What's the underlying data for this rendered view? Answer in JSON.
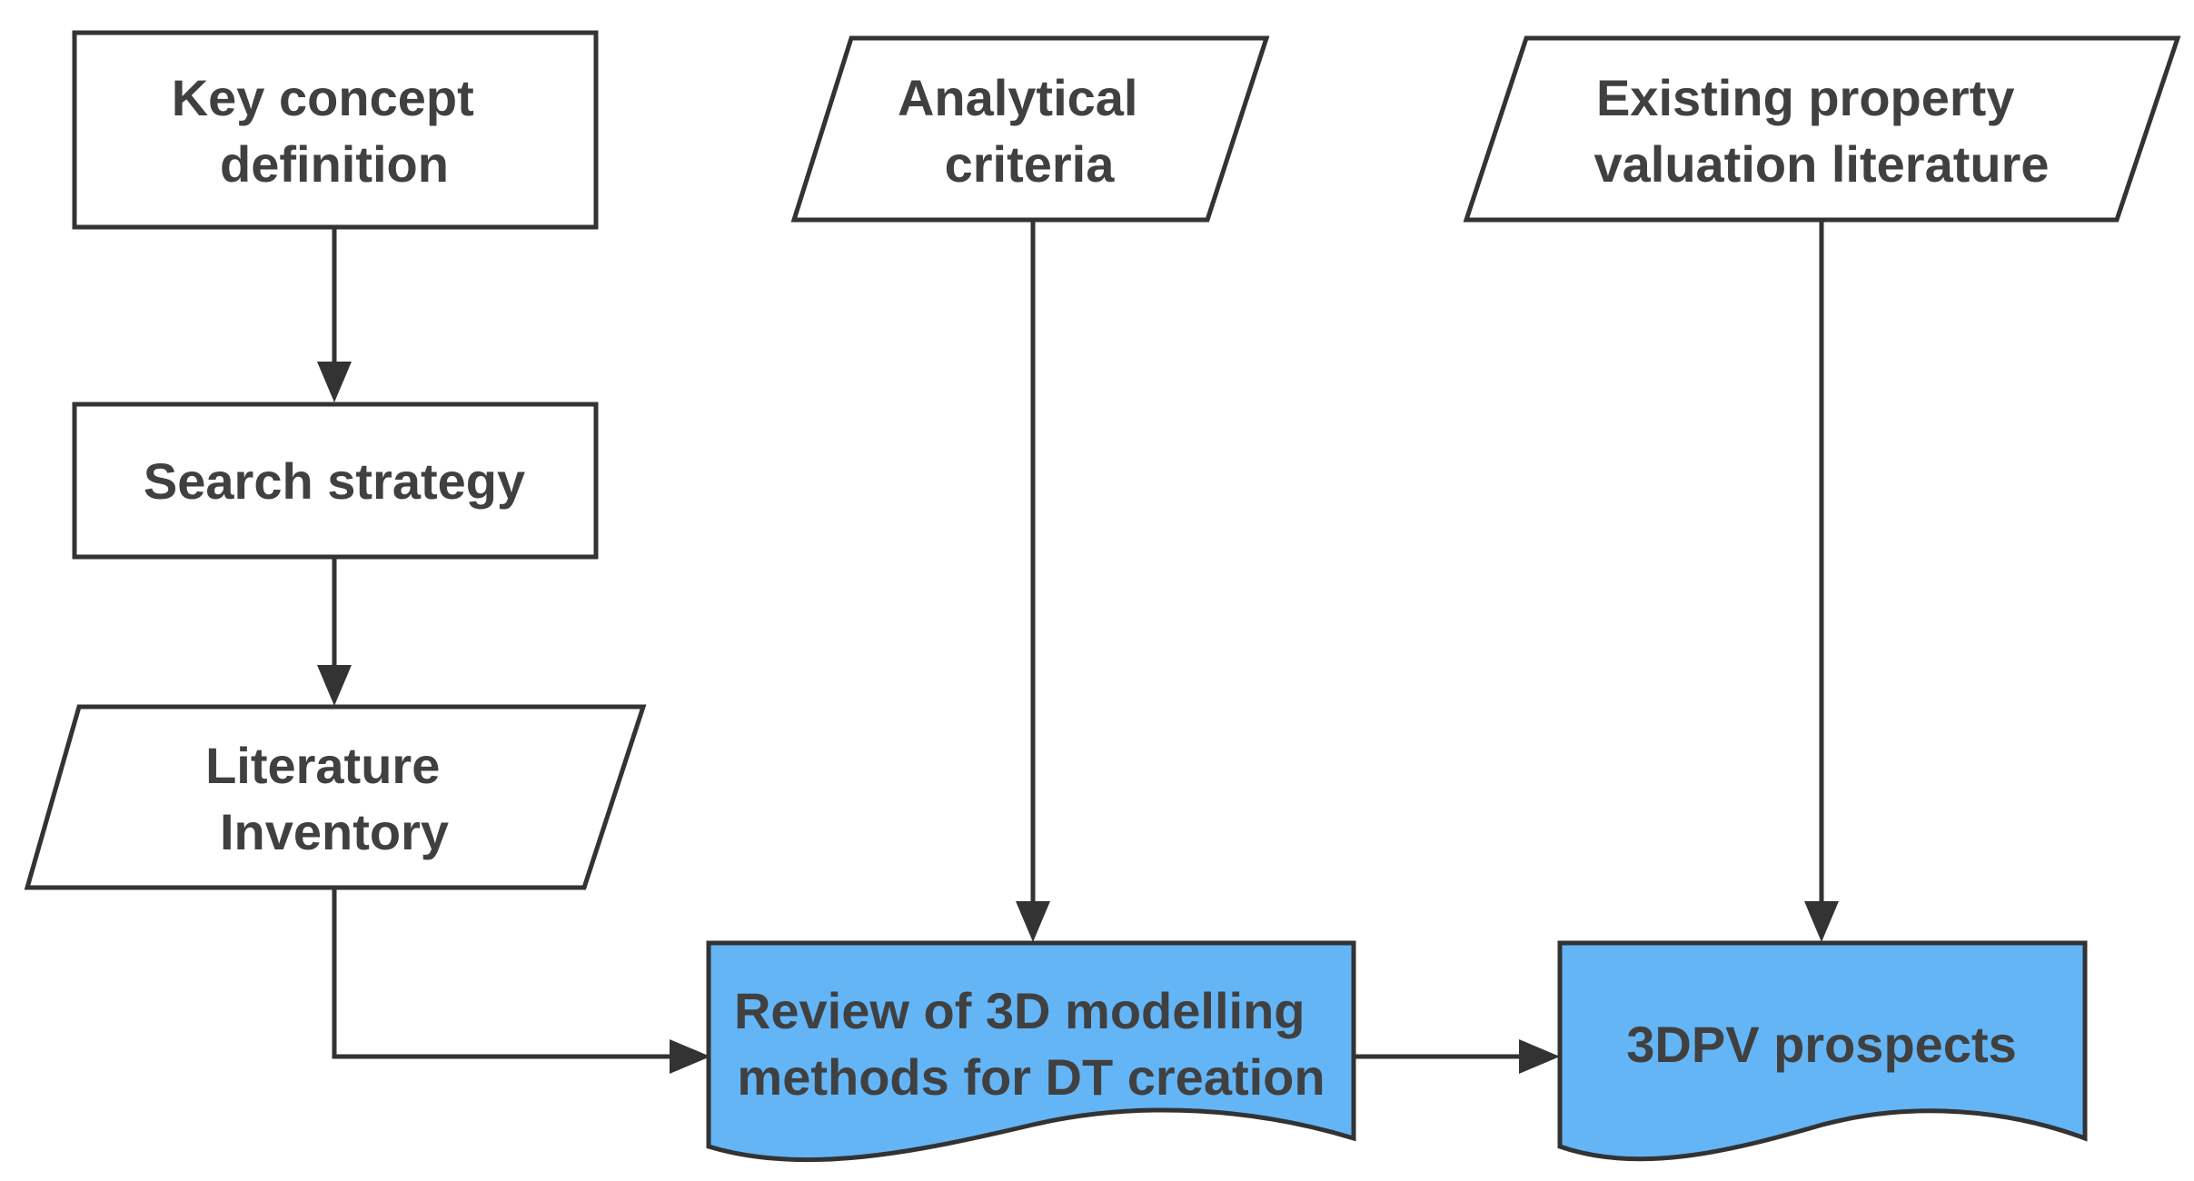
{
  "colors": {
    "stroke": "#333333",
    "text": "#404040",
    "plain_fill": "#ffffff",
    "highlight_fill": "#64b5f6"
  },
  "nodes": {
    "key_concept": {
      "shape": "process-rectangle",
      "lines": [
        "Key concept",
        "definition"
      ]
    },
    "search_strategy": {
      "shape": "process-rectangle",
      "lines": [
        "Search strategy"
      ]
    },
    "literature_inventory": {
      "shape": "data-parallelogram",
      "lines": [
        "Literature",
        "Inventory"
      ]
    },
    "analytical_criteria": {
      "shape": "data-parallelogram",
      "lines": [
        "Analytical",
        "criteria"
      ]
    },
    "existing_literature": {
      "shape": "data-parallelogram",
      "lines": [
        "Existing property",
        "valuation literature"
      ]
    },
    "review": {
      "shape": "document",
      "lines": [
        "Review of 3D modelling",
        "methods for DT creation"
      ]
    },
    "prospects": {
      "shape": "document",
      "lines": [
        "3DPV prospects"
      ]
    }
  },
  "edges": [
    {
      "from": "key_concept",
      "to": "search_strategy"
    },
    {
      "from": "search_strategy",
      "to": "literature_inventory"
    },
    {
      "from": "literature_inventory",
      "to": "review"
    },
    {
      "from": "analytical_criteria",
      "to": "review"
    },
    {
      "from": "existing_literature",
      "to": "prospects"
    },
    {
      "from": "review",
      "to": "prospects"
    }
  ]
}
